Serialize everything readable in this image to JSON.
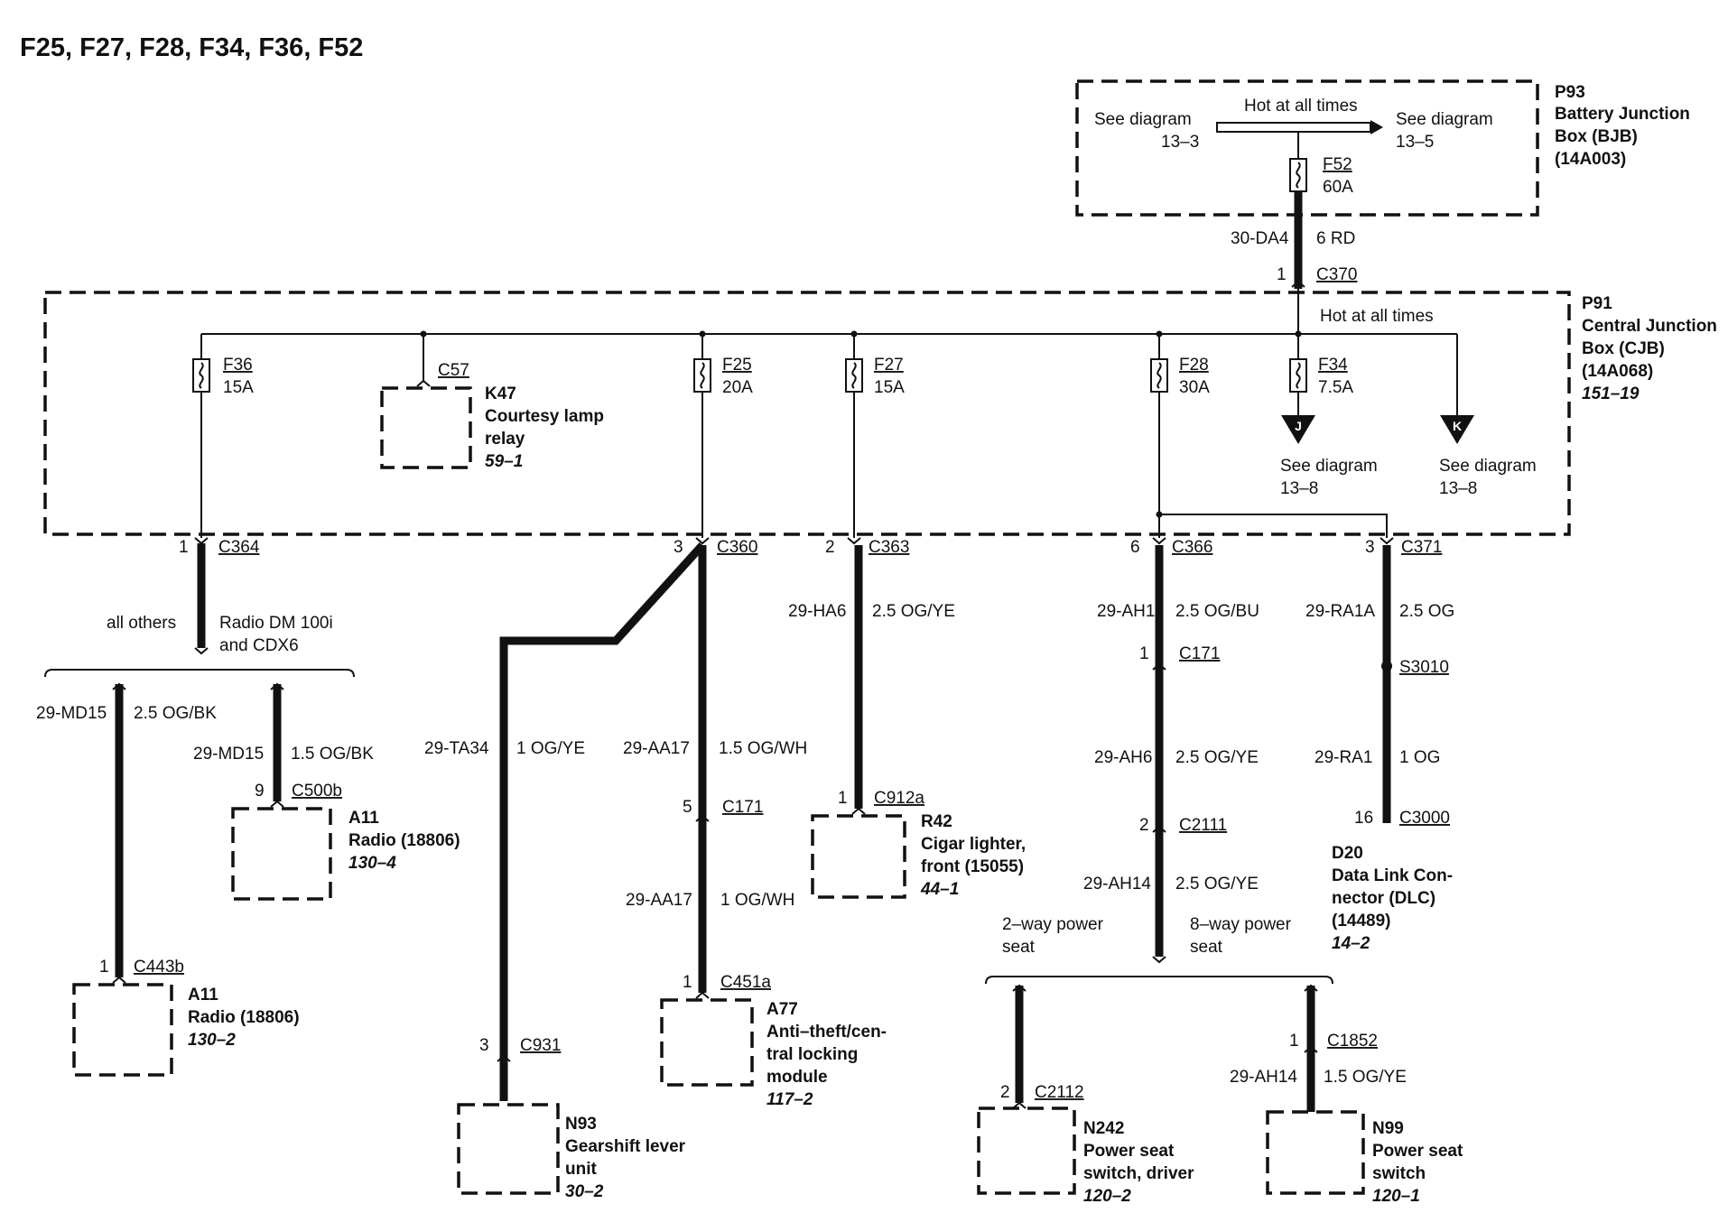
{
  "title": "F25, F27, F28, F34, F36, F52",
  "bjb": {
    "id": "P93",
    "name_line1": "Battery Junction",
    "name_line2": "Box (BJB)",
    "part": "(14A003)",
    "hot_label": "Hot at all times",
    "left_see": "See diagram",
    "left_ref": "13–3",
    "right_see": "See diagram",
    "right_ref": "13–5",
    "fuse_name": "F52",
    "fuse_rating": "60A"
  },
  "feed": {
    "circuit": "30-DA4",
    "wire": "6 RD",
    "pin": "1",
    "connector": "C370"
  },
  "cjb": {
    "id": "P91",
    "name_line1": "Central Junction",
    "name_line2": "Box (CJB)",
    "part": "(14A068)",
    "ref": "151–19",
    "hot_label": "Hot at all times",
    "fuses": [
      {
        "name": "F36",
        "rating": "15A"
      },
      {
        "name": "F25",
        "rating": "20A"
      },
      {
        "name": "F27",
        "rating": "15A"
      },
      {
        "name": "F28",
        "rating": "30A"
      },
      {
        "name": "F34",
        "rating": "7.5A"
      }
    ],
    "relay": {
      "connector": "C57",
      "id": "K47",
      "name_line1": "Courtesy lamp",
      "name_line2": "relay",
      "ref": "59–1"
    },
    "see_j": {
      "marker": "J",
      "text": "See diagram",
      "ref": "13–8"
    },
    "see_k": {
      "marker": "K",
      "text": "See diagram",
      "ref": "13–8"
    }
  },
  "outputs": {
    "c364": {
      "pin": "1",
      "connector": "C364",
      "branch_left": "all others",
      "branch_right_1": "Radio DM 100i",
      "branch_right_2": "and CDX6"
    },
    "c360": {
      "pin": "3",
      "connector": "C360"
    },
    "c363": {
      "pin": "2",
      "connector": "C363"
    },
    "c366": {
      "pin": "6",
      "connector": "C366"
    },
    "c371": {
      "pin": "3",
      "connector": "C371"
    }
  },
  "radio_a": {
    "circuit": "29-MD15",
    "wire": "2.5 OG/BK",
    "pin": "1",
    "connector": "C443b",
    "id": "A11",
    "name": "Radio (18806)",
    "ref": "130–2"
  },
  "radio_b": {
    "circuit": "29-MD15",
    "wire": "1.5 OG/BK",
    "pin": "9",
    "connector": "C500b",
    "id": "A11",
    "name": "Radio (18806)",
    "ref": "130–4"
  },
  "gearshift": {
    "circuit": "29-TA34",
    "wire": "1 OG/YE",
    "pin": "3",
    "connector": "C931",
    "id": "N93",
    "name_line1": "Gearshift lever",
    "name_line2": "unit",
    "ref": "30–2"
  },
  "antitheft": {
    "circuit1": "29-AA17",
    "wire1": "1.5 OG/WH",
    "mid_pin": "5",
    "mid_connector": "C171",
    "circuit2": "29-AA17",
    "wire2": "1 OG/WH",
    "pin": "1",
    "connector": "C451a",
    "id": "A77",
    "name_line1": "Anti–theft/cen-",
    "name_line2": "tral locking",
    "name_line3": "module",
    "ref": "117–2"
  },
  "cigar": {
    "circuit": "29-HA6",
    "wire": "2.5 OG/YE",
    "pin": "1",
    "connector": "C912a",
    "id": "R42",
    "name_line1": "Cigar lighter,",
    "name_line2": "front (15055)",
    "ref": "44–1"
  },
  "seat": {
    "circuit1": "29-AH1",
    "wire1": "2.5 OG/BU",
    "pin1": "1",
    "connector1": "C171",
    "circuit2": "29-AH6",
    "wire2": "2.5 OG/YE",
    "pin2": "2",
    "connector2": "C2111",
    "circuit3": "29-AH14",
    "wire3": "2.5 OG/YE",
    "branch_left_1": "2–way power",
    "branch_left_2": "seat",
    "branch_right_1": "8–way power",
    "branch_right_2": "seat"
  },
  "seat_driver": {
    "pin": "2",
    "connector": "C2112",
    "id": "N242",
    "name_line1": "Power seat",
    "name_line2": "switch, driver",
    "ref": "120–2"
  },
  "seat_switch": {
    "circuit": "29-AH14",
    "wire": "1.5 OG/YE",
    "pin": "1",
    "connector": "C1852",
    "id": "N99",
    "name_line1": "Power seat",
    "name_line2": "switch",
    "ref": "120–1"
  },
  "dlc": {
    "circuit1": "29-RA1A",
    "wire1": "2.5 OG",
    "splice": "S3010",
    "circuit2": "29-RA1",
    "wire2": "1 OG",
    "pin": "16",
    "connector": "C3000",
    "id": "D20",
    "name_line1": "Data Link Con-",
    "name_line2": "nector (DLC)",
    "part": "(14489)",
    "ref": "14–2"
  }
}
